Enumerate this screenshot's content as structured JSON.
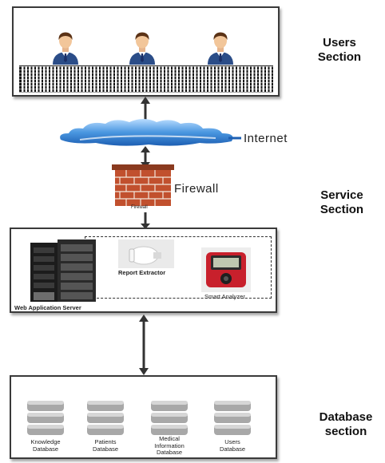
{
  "users_section": {
    "label_line1": "Users",
    "label_line2": "Section"
  },
  "internet_label": "Internet",
  "firewall": {
    "label": "Firewall",
    "caption": "Firewall"
  },
  "service_section": {
    "label_line1": "Service",
    "label_line2": "Section",
    "web_server_label": "Web Application Server",
    "report_extractor_label": "Report Extractor",
    "smart_analyzer_label": "Smart Analyzer"
  },
  "database_section": {
    "label_line1": "Database",
    "label_line2": "section",
    "databases": [
      {
        "line1": "Knowledge",
        "line2": "Database",
        "line3": ""
      },
      {
        "line1": "Patients",
        "line2": "Database",
        "line3": ""
      },
      {
        "line1": "Medical",
        "line2": "Information",
        "line3": "Database"
      },
      {
        "line1": "Users",
        "line2": "Database",
        "line3": ""
      }
    ]
  },
  "colors": {
    "cloud": "#2a7fd4",
    "brick": "#c1502e",
    "box_border": "#3a3a3a",
    "database": "#a8a8a8"
  }
}
